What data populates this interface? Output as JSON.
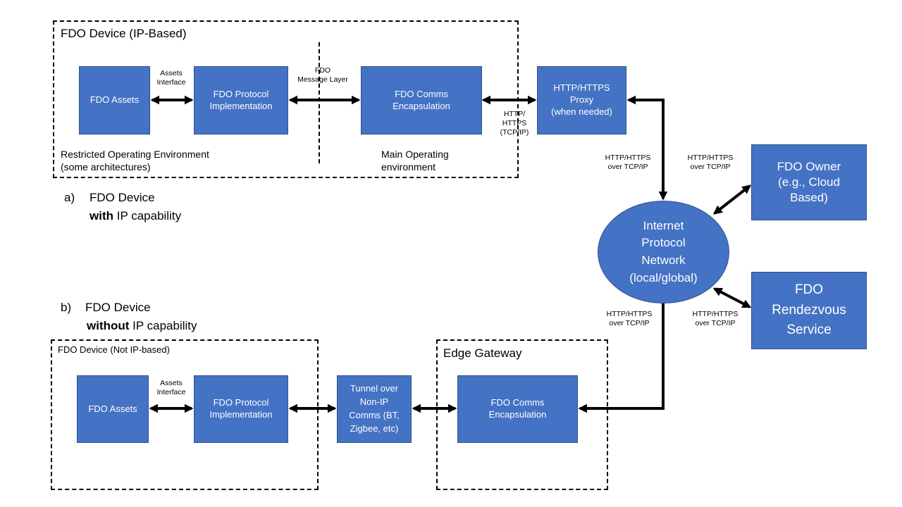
{
  "section_a": {
    "container_title": "FDO Device (IP-Based)",
    "assets": "FDO Assets",
    "assets_interface": "Assets\nInterface",
    "protocol": "FDO Protocol\nImplementation",
    "message_layer": "FDO\nMessage Layer",
    "comms": "FDO Comms\nEncapsulation",
    "restricted_env": "Restricted Operating Environment\n(some architectures)",
    "main_env": "Main Operating\nenvironment",
    "http_tcpip": "HTTP/\nHTTPS\n(TCP/IP)",
    "proxy": "HTTP/HTTPS\nProxy\n(when needed)",
    "caption_letter": "a)",
    "caption_line1": "FDO Device",
    "caption_bold": "with",
    "caption_rest": " IP capability"
  },
  "section_b": {
    "caption_letter": "b)",
    "caption_line1": "FDO Device",
    "caption_bold": "without",
    "caption_rest": " IP capability",
    "container_title": "FDO Device (Not IP-based)",
    "assets": "FDO Assets",
    "assets_interface": "Assets\nInterface",
    "protocol": "FDO Protocol\nImplementation",
    "tunnel": "Tunnel over\nNon-IP\nComms (BT,\nZigbee, etc)",
    "gateway_title": "Edge Gateway",
    "comms": "FDO Comms\nEncapsulation"
  },
  "network": {
    "ellipse": "Internet\nProtocol\nNetwork\n(local/global)",
    "label_proxy_link": "HTTP/HTTPS\nover TCP/IP",
    "label_owner_link": "HTTP/HTTPS\nover TCP/IP",
    "label_gateway_link": "HTTP/HTTPS\nover TCP/IP",
    "label_rendezvous_link": "HTTP/HTTPS\nover TCP/IP"
  },
  "owner": "FDO Owner\n(e.g., Cloud\nBased)",
  "rendezvous": "FDO\nRendezvous\nService",
  "colors": {
    "box_fill": "#4472c4",
    "box_border": "#2f528f",
    "line": "#000000"
  }
}
